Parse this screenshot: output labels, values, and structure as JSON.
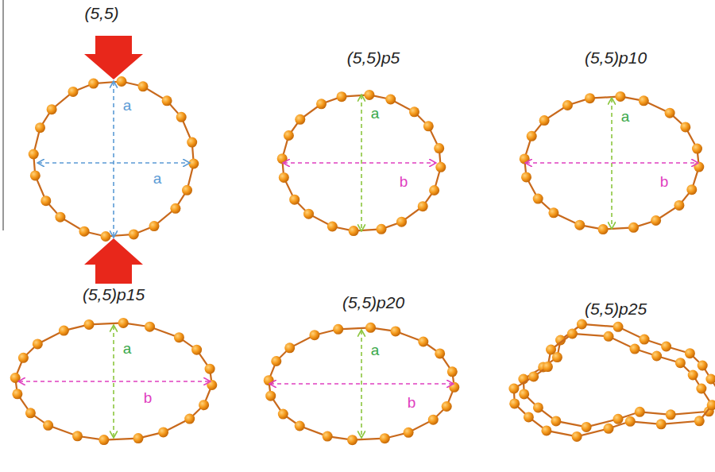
{
  "diagram": {
    "labels": [
      "(5,5)",
      "a",
      "a",
      "(5,5)p5",
      "a",
      "b",
      "(5,5)p10",
      "a",
      "b",
      "(5,5)p15",
      "a",
      "b",
      "(5,5)p20",
      "a",
      "b",
      "(5,5)p25"
    ]
  }
}
